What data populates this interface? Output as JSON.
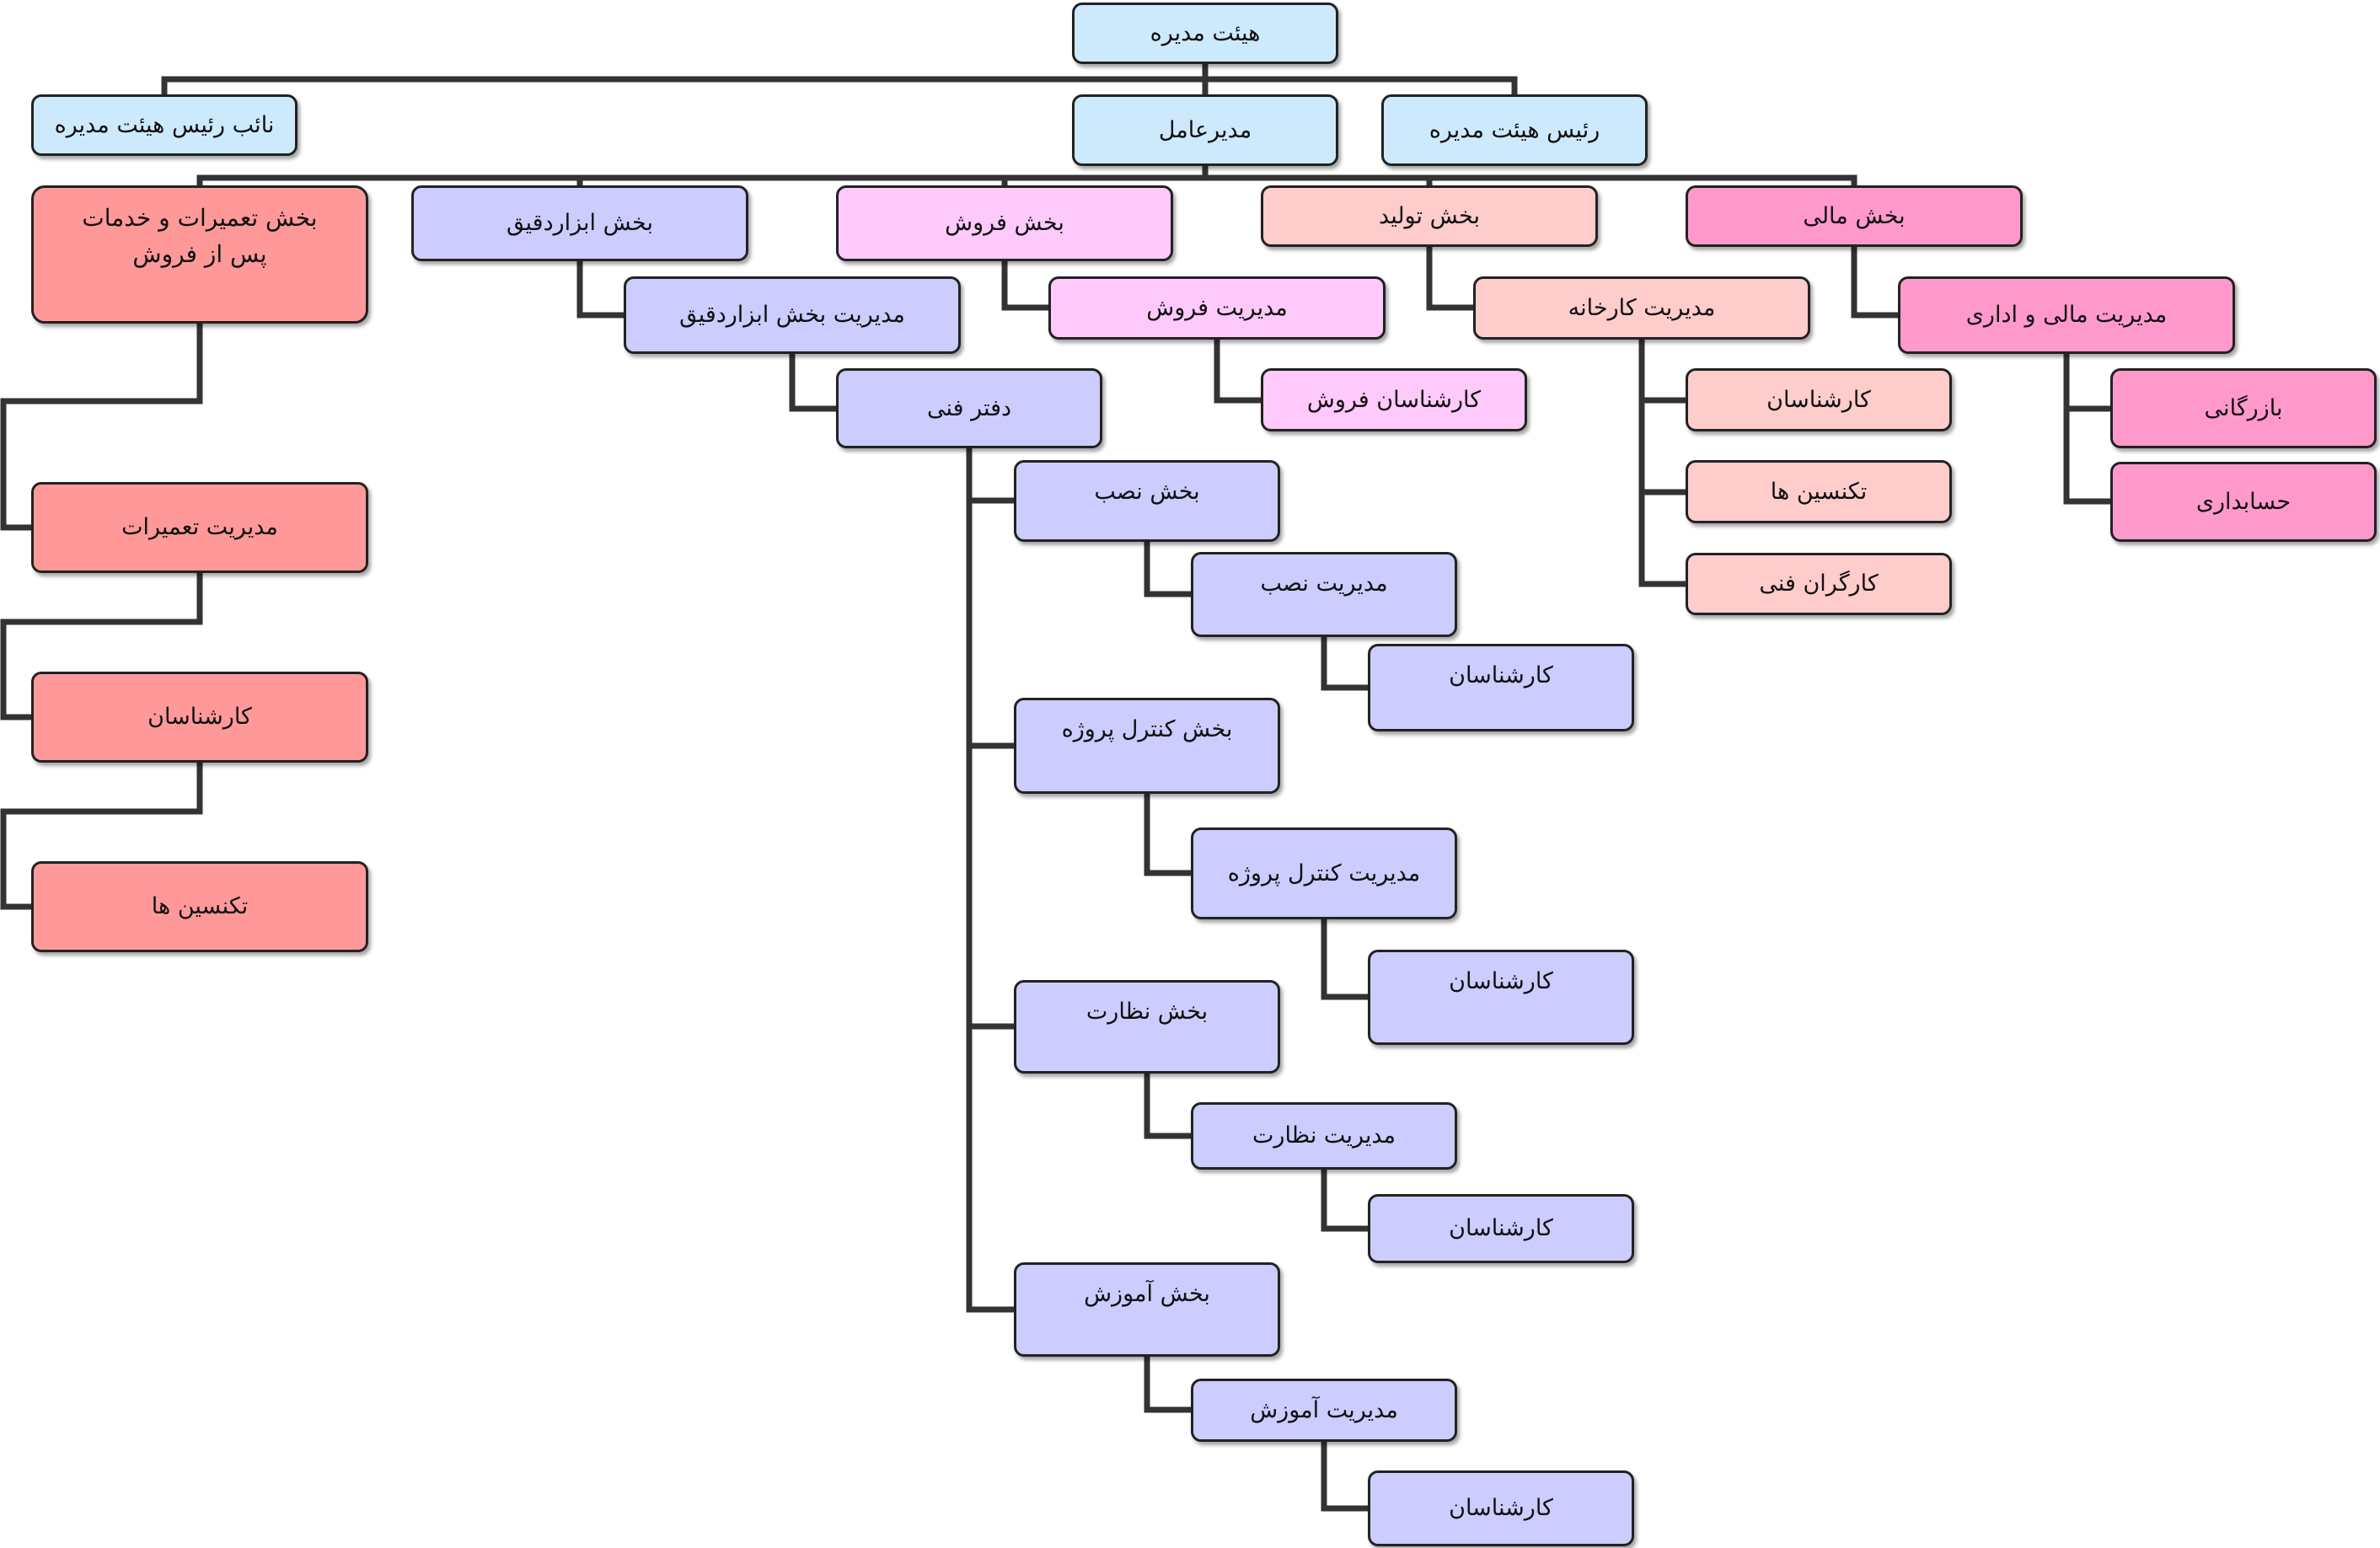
{
  "colors": {
    "board": "#cdeafd",
    "finance": "#ff99cc",
    "production": "#ffcccc",
    "sales": "#ffc9fb",
    "tools": "#ccccff",
    "repairs": "#ff9999",
    "line": "#333333"
  },
  "nodes": {
    "board": "هیئت مدیره",
    "vice_chair": "نائب رئیس هیئت مدیره",
    "ceo": "مدیرعامل",
    "chair": "رئیس هیئت مدیره",
    "repairs_dept": "بخش تعمیرات و خدمات پس از فروش",
    "tools_dept": "بخش ابزاردقیق",
    "sales_dept": "بخش فروش",
    "production_dept": "بخش تولید",
    "finance_dept": "بخش مالی",
    "tools_mgmt": "مدیریت بخش ابزاردقیق",
    "sales_mgmt": "مدیریت فروش",
    "factory_mgmt": "مدیریت کارخانه",
    "finance_admin_mgmt": "مدیریت مالی و اداری",
    "technical_office": "دفتر فنی",
    "sales_experts": "کارشناسان فروش",
    "factory_experts": "کارشناسان",
    "factory_technicians": "تکنسین ها",
    "factory_workers": "کارگران فنی",
    "commerce": "بازرگانی",
    "accounting": "حسابداری",
    "repairs_mgmt": "مدیریت تعمیرات",
    "repairs_experts": "کارشناسان",
    "repairs_technicians": "تکنسین ها",
    "install_dept": "بخش نصب",
    "install_mgmt": "مدیریت نصب",
    "install_experts": "کارشناسان",
    "control_dept": "بخش کنترل پروژه",
    "control_mgmt": "مدیریت کنترل پروژه",
    "control_experts": "کارشناسان",
    "supervision_dept": "بخش نظارت",
    "supervision_mgmt": "مدیریت نظارت",
    "supervision_experts": "کارشناسان",
    "training_dept": "بخش آموزش",
    "training_mgmt": "مدیریت  آموزش",
    "training_experts": "کارشناسان"
  }
}
